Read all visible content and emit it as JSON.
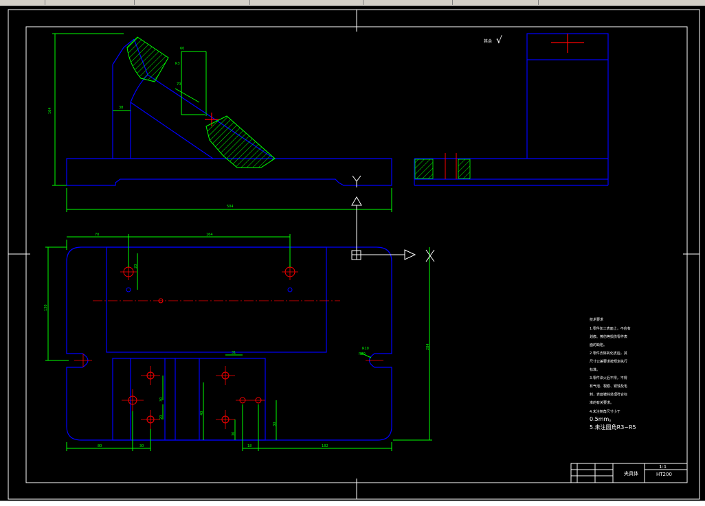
{
  "axis_labels": {
    "y": "Y",
    "x": "X"
  },
  "dimensions": {
    "top_height": "164",
    "top_base_width": "504",
    "top_small_offset": "38",
    "top_hole_dim": "60",
    "top_hole_dim2": "70",
    "top_hole_dim3": "R3",
    "plan_left": "70",
    "plan_span": "164",
    "plan_height": "130",
    "plan_total_height": "284",
    "plan_bottom_left": "80",
    "plan_bottom_mid": "30",
    "plan_bottom_right": "182",
    "plan_bottom_small": "18",
    "plan_v1": "30",
    "plan_v2": "20",
    "plan_v3": "40",
    "plan_v4": "30",
    "plan_v5": "30",
    "plan_v6": "20",
    "plan_top_small": "31",
    "plan_r_label": "R10",
    "plan_r_label2": "R20"
  },
  "roughness": {
    "label": "其余",
    "symbol": "√"
  },
  "notes": {
    "title": "技术要求",
    "lines": [
      "1.零件加工表面上，不应有",
      "划痕、擦伤等损伤零件表",
      "面的缺陷。",
      "2.零件去除氧化皮后，其",
      "尺寸公差要求按规定执行",
      "标准。",
      "3.零件淬火后不得，不得",
      "有气泡、裂痕、锈蚀及毛",
      "刺，表面镀锌处理符合标",
      "准的有关要求。",
      "4.未注倒角尺寸小于",
      "0.5mm。",
      "5.未注圆角R3~R5"
    ]
  },
  "title_block": {
    "name": "夹具体",
    "scale": "1:1",
    "material": "HT200"
  }
}
